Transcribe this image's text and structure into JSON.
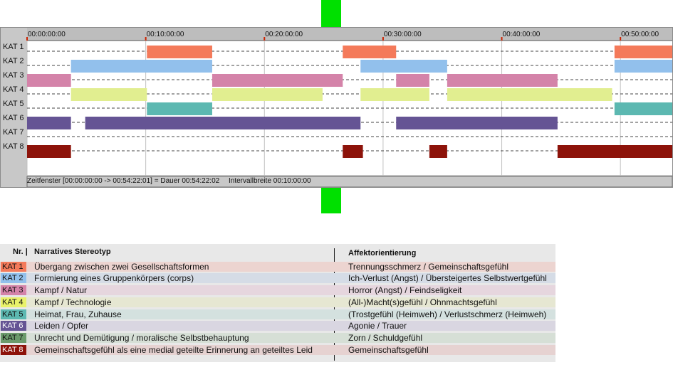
{
  "chart_data": {
    "type": "timeline",
    "time_ticks": [
      "00:00:00:00",
      "00:10:00:00",
      "00:20:00:00",
      "00:30:00:00",
      "00:40:00:00",
      "00:50:00:00"
    ],
    "x_unit": "minutes",
    "xlim": [
      0,
      54.37
    ],
    "categories": [
      "KAT 1",
      "KAT 2",
      "KAT 3",
      "KAT 4",
      "KAT 5",
      "KAT 6",
      "KAT 7",
      "KAT 8"
    ],
    "colors": [
      "#f47a5a",
      "#92c0ec",
      "#d483a9",
      "#e1ee90",
      "#5cb8b1",
      "#655494",
      "#6b9a6b",
      "#8d130a"
    ],
    "intervals": [
      [
        [
          10.1,
          15.6
        ],
        [
          26.6,
          31.1
        ],
        [
          49.5,
          54.37
        ]
      ],
      [
        [
          3.7,
          15.6
        ],
        [
          28.1,
          35.4
        ],
        [
          49.5,
          54.37
        ]
      ],
      [
        [
          0,
          3.7
        ],
        [
          15.6,
          26.6
        ],
        [
          31.1,
          33.9
        ],
        [
          35.4,
          44.7
        ]
      ],
      [
        [
          3.7,
          10.1
        ],
        [
          15.6,
          24.9
        ],
        [
          28.1,
          33.9
        ],
        [
          35.4,
          49.3
        ]
      ],
      [
        [
          10.1,
          15.6
        ],
        [
          49.5,
          54.37
        ]
      ],
      [
        [
          0,
          3.7
        ],
        [
          4.9,
          28.1
        ],
        [
          31.1,
          44.7
        ]
      ],
      [],
      [
        [
          0,
          3.7
        ],
        [
          26.6,
          28.3
        ],
        [
          33.9,
          35.4
        ],
        [
          44.7,
          54.37
        ]
      ]
    ]
  },
  "status": {
    "window": "Zeitfenster [00:00:00:00 -> 00:54:22:01] = Dauer 00:54:22:02",
    "interval": "Intervallbreite 00:10:00:00"
  },
  "legend": {
    "header_nr": "Nr. |",
    "header_stereotyp": "Narratives Stereotyp",
    "header_affekt": "Affektorientierung",
    "rows": [
      {
        "code": "KAT 1",
        "name": "Übergang zwischen zwei Gesellschaftsformen",
        "affect": "Trennungsschmerz / Gemeinschaftsgefühl",
        "color": "#f47a5a",
        "bg": "#ecd4d0",
        "text": "#111111"
      },
      {
        "code": "KAT 2",
        "name": "Formierung eines Gruppenkörpers (corps)",
        "affect": "Ich-Verlust (Angst) / Übersteigertes Selbstwertgefühl",
        "color": "#92c0ec",
        "bg": "#d5dce6",
        "text": "#111111"
      },
      {
        "code": "KAT 3",
        "name": "Kampf / Natur",
        "affect": "Horror (Angst) / Feindseligkeit",
        "color": "#d483a9",
        "bg": "#e6d6de",
        "text": "#111111"
      },
      {
        "code": "KAT 4",
        "name": "Kampf / Technologie",
        "affect": "(All-)Macht(s)gefühl / Ohnmachtsgefühl",
        "color": "#e9f26a",
        "bg": "#e6e7d2",
        "text": "#111111"
      },
      {
        "code": "KAT 5",
        "name": "Heimat, Frau, Zuhause",
        "affect": "(Trostgefühl (Heimweh) / Verlustschmerz (Heimweh)",
        "color": "#5cb8b1",
        "bg": "#d4e1df",
        "text": "#111111"
      },
      {
        "code": "KAT 6",
        "name": "Leiden / Opfer",
        "affect": "Agonie / Trauer",
        "color": "#655494",
        "bg": "#d9d6e1",
        "text": "#ffffff"
      },
      {
        "code": "KAT 7",
        "name": "Unrecht und Demütigung / moralische Selbstbehauptung",
        "affect": "Zorn / Schuldgefühl",
        "color": "#6b9a6b",
        "bg": "#d6dfd6",
        "text": "#111111"
      },
      {
        "code": "KAT 8",
        "name": "Gemeinschaftsgefühl als eine medial geteilte Erinnerung an geteiltes Leid",
        "affect": "Gemeinschaftsgefühl",
        "color": "#8d130a",
        "bg": "#e6d2d1",
        "text": "#ffffff"
      }
    ]
  }
}
